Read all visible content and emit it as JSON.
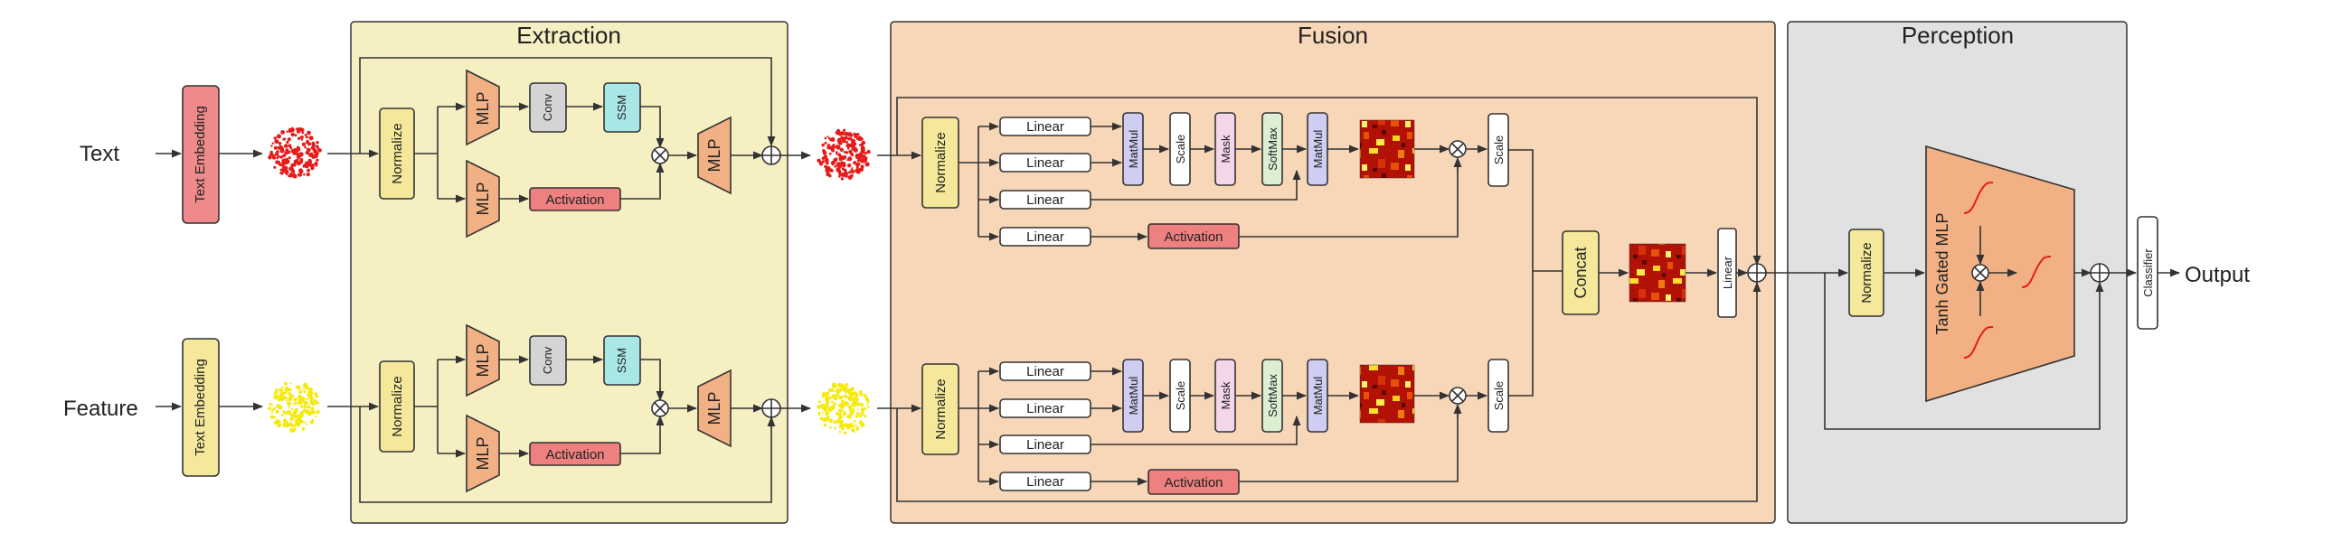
{
  "sections": {
    "extraction": "Extraction",
    "fusion": "Fusion",
    "perception": "Perception"
  },
  "inputs": {
    "text": "Text",
    "feature": "Feature"
  },
  "output": "Output",
  "extraction_branch": {
    "embedding": "Text Embedding",
    "normalize": "Normalize",
    "mlp": "MLP",
    "conv": "Conv",
    "ssm": "SSM",
    "activation": "Activation"
  },
  "fusion_branch": {
    "normalize": "Normalize",
    "linear": "Linear",
    "matmul": "MatMul",
    "scale": "Scale",
    "mask": "Mask",
    "softmax": "SoftMax",
    "activation": "Activation"
  },
  "concat": "Concat",
  "fusion_linear": "Linear",
  "perception_block": {
    "normalize": "Normalize",
    "gated_mlp": "Tanh Gated MLP",
    "classifier": "Classifier"
  },
  "colors": {
    "extraction_bg": "#f5efc2",
    "fusion_bg": "#f8d6b8",
    "perception_bg": "#e1e1e1",
    "embedding_text": "#ee8a8a",
    "embedding_feature": "#f5e89a",
    "normalize": "#f5e89a",
    "mlp": "#f2b184",
    "conv": "#d4d4d4",
    "ssm": "#a9e6e6",
    "activation": "#ee8080",
    "matmul": "#cfcdf2",
    "mask": "#f4d6ea",
    "softmax": "#dcefd3",
    "text_points": "#e61b1b",
    "feature_points": "#f5ea10"
  }
}
